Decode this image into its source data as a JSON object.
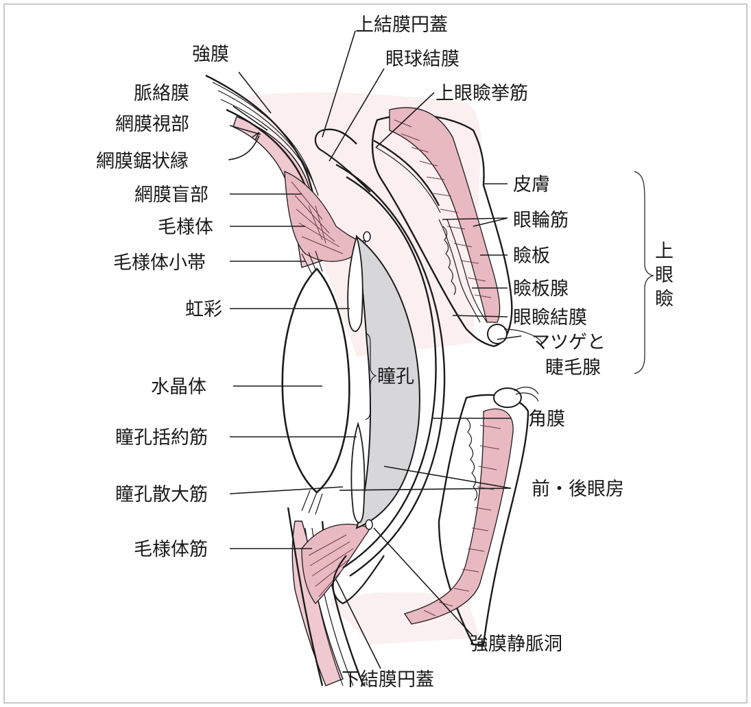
{
  "labels": {
    "kyomaku": "強膜",
    "mirakumaku": "脈絡膜",
    "momaku_shibu": "網膜視部",
    "momaku_kyojoen": "網膜鋸状縁",
    "momaku_mobu": "網膜盲部",
    "moyotai": "毛様体",
    "moyotai_shotai": "毛様体小帯",
    "kosai": "虹彩",
    "suishotai": "水晶体",
    "doko_kakuyakukin": "瞳孔括約筋",
    "doko_sandaikin": "瞳孔散大筋",
    "moyotaikin": "毛様体筋",
    "jo_ketsumaku_entai": "上結膜円蓋",
    "gankyu_ketsumaku": "眼球結膜",
    "jogankenkyokin": "上眼瞼挙筋",
    "hifu": "皮膚",
    "ganrinkin": "眼輪筋",
    "kenban": "瞼板",
    "kenbansen": "瞼板腺",
    "ganken_ketsumaku": "眼瞼結膜",
    "matsuge_to": "マツゲと",
    "shomosen": "睫毛腺",
    "joganken_1": "上",
    "joganken_2": "眼",
    "joganken_3": "瞼",
    "doko": "瞳孔",
    "kakumaku": "角膜",
    "zen_go_ganbo": "前・後眼房",
    "kyomaku_jomyakudo": "強膜静脈洞",
    "ka_ketsumaku_entai": "下結膜円蓋"
  },
  "colors": {
    "tissue_pink": "#efc9cf",
    "chamber_gray": "#d7d7d9",
    "ink": "#1a1a1a"
  }
}
